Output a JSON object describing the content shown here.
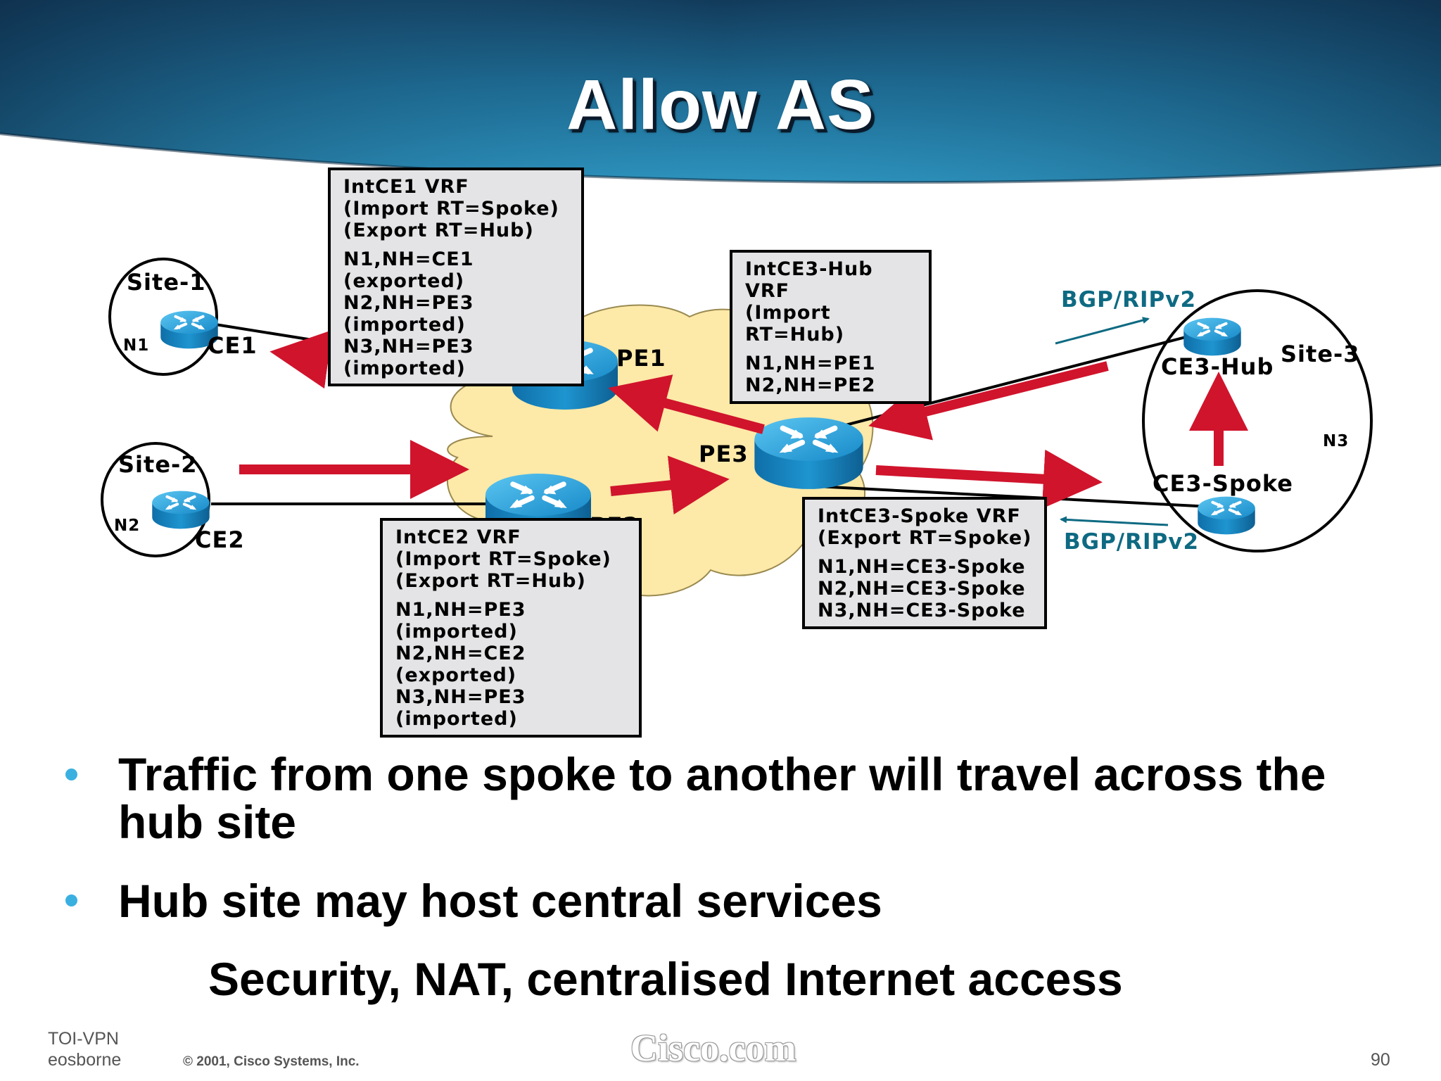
{
  "slide": {
    "title": "Allow AS",
    "bullets": [
      "Traffic from one spoke to another will travel across the hub site",
      "Hub site may host central services"
    ],
    "sub_bullet": "Security, NAT, centralised Internet access"
  },
  "footer": {
    "course": "TOI-VPN",
    "author": "eosborne",
    "copyright": "© 2001, Cisco Systems, Inc.",
    "brand": "Cisco.com",
    "page_number": "90"
  },
  "diagram": {
    "sites": {
      "site1": "Site-1",
      "site2": "Site-2",
      "site3": "Site-3"
    },
    "networks": {
      "n1": "N1",
      "n2": "N2",
      "n3": "N3"
    },
    "routers": {
      "ce1": "CE1",
      "ce2": "CE2",
      "pe1": "PE1",
      "pe2": "PE2",
      "pe3": "PE3",
      "ce3_hub": "CE3-Hub",
      "ce3_spoke": "CE3-Spoke"
    },
    "protocols": {
      "top": "BGP/RIPv2",
      "bottom": "BGP/RIPv2"
    },
    "vrf_boxes": {
      "intce1": {
        "lines": [
          "IntCE1 VRF",
          "(Import RT=Spoke)",
          "(Export RT=Hub)"
        ],
        "routes": [
          "N1,NH=CE1",
          "(exported)",
          "N2,NH=PE3",
          "(imported)",
          "N3,NH=PE3",
          "(imported)"
        ]
      },
      "intce3_hub": {
        "lines": [
          "IntCE3-Hub",
          "VRF",
          "(Import",
          "RT=Hub)"
        ],
        "routes": [
          "N1,NH=PE1",
          "N2,NH=PE2"
        ]
      },
      "intce2": {
        "lines": [
          "IntCE2 VRF",
          "(Import RT=Spoke)",
          "(Export RT=Hub)"
        ],
        "routes": [
          "N1,NH=PE3",
          "(imported)",
          "N2,NH=CE2",
          "(exported)",
          "N3,NH=PE3",
          "(imported)"
        ]
      },
      "intce3_spoke": {
        "lines": [
          "IntCE3-Spoke VRF",
          "(Export RT=Spoke)"
        ],
        "routes": [
          "N1,NH=CE3-Spoke",
          "N2,NH=CE3-Spoke",
          "N3,NH=CE3-Spoke"
        ]
      }
    }
  },
  "colors": {
    "arrow_red": "#d0142c",
    "teal_label": "#0e6a82",
    "cloud_fill": "#fde9a8",
    "router_blue": "#1a9ad6",
    "bullet_dot": "#3ab0e0"
  },
  "icons": {
    "router": "router-icon",
    "cloud": "mpls-cloud-icon"
  }
}
